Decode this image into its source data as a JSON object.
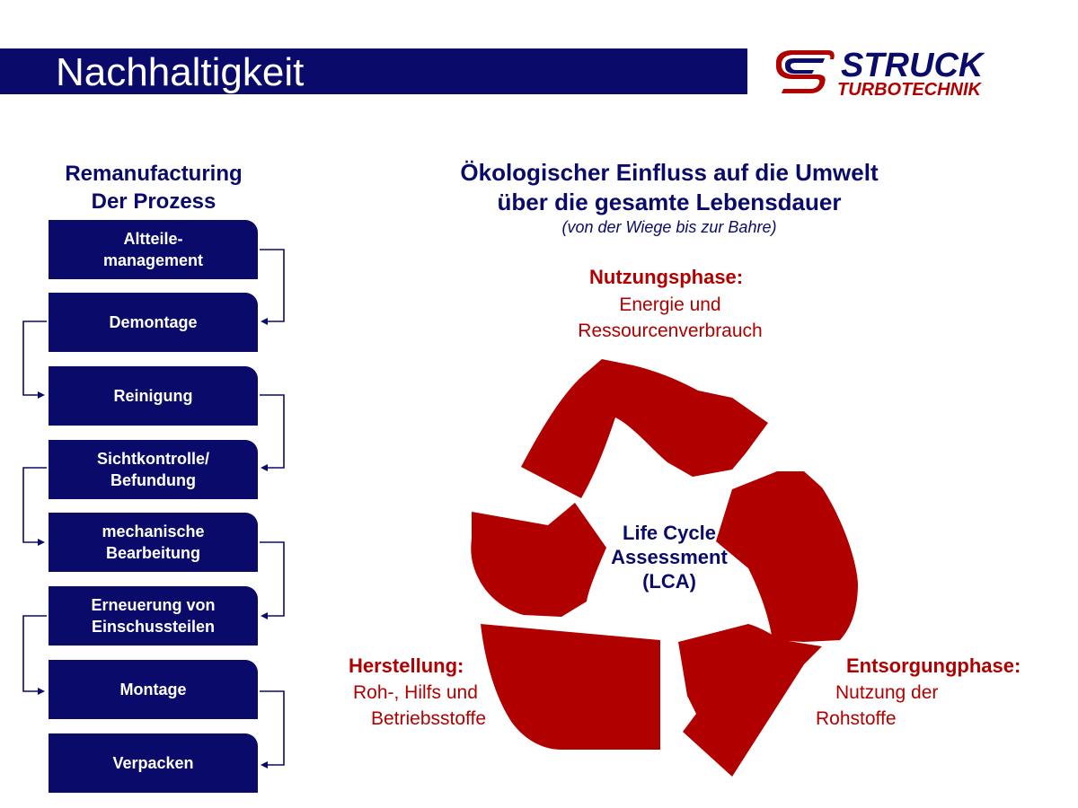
{
  "header": {
    "title": "Nachhaltigkeit",
    "logo": {
      "line1": "STRUCK",
      "line2": "TURBOTECHNIK"
    }
  },
  "left": {
    "heading_line1": "Remanufacturing",
    "heading_line2": "Der Prozess",
    "steps": [
      {
        "line1": "Altteile-",
        "line2": "management"
      },
      {
        "line1": "Demontage",
        "line2": ""
      },
      {
        "line1": "Reinigung",
        "line2": ""
      },
      {
        "line1": "Sichtkontrolle/",
        "line2": "Befundung"
      },
      {
        "line1": "mechanische",
        "line2": "Bearbeitung"
      },
      {
        "line1": "Erneuerung von",
        "line2": "Einschussteilen"
      },
      {
        "line1": "Montage",
        "line2": ""
      },
      {
        "line1": "Verpacken",
        "line2": ""
      }
    ]
  },
  "right": {
    "heading_line1": "Ökologischer Einfluss auf die Umwelt",
    "heading_line2": "über die gesamte Lebensdauer",
    "subheading": "(von der Wiege bis zur Bahre)",
    "center_line1": "Life Cycle",
    "center_line2": "Assessment",
    "center_line3": "(LCA)",
    "phases": {
      "use": {
        "title": "Nutzungsphase:",
        "line1": "Energie und",
        "line2": "Ressourcenverbrauch"
      },
      "production": {
        "title": "Herstellung:",
        "line1": "Roh-, Hilfs und",
        "line2": "Betriebsstoffe"
      },
      "disposal": {
        "title": "Entsorgungphase:",
        "line1": "Nutzung der",
        "line2": "Rohstoffe"
      }
    }
  },
  "colors": {
    "navy": "#0a0a6b",
    "red": "#b00000",
    "white": "#ffffff"
  }
}
